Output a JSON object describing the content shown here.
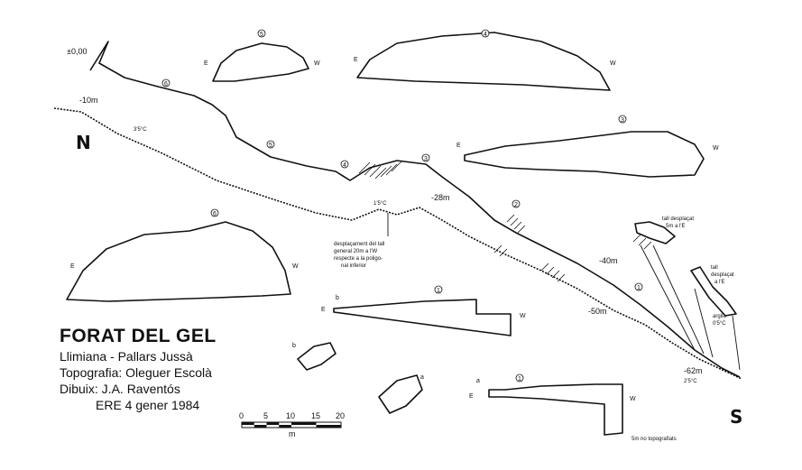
{
  "title": "FORAT DEL GEL",
  "location": "Llimiana - Pallars Jussà",
  "topography": "Topografia:  Oleguer Escolà",
  "drawing": "Dibuix: J.A. Raventós",
  "date": "ERE  4 gener 1984",
  "compass": {
    "north": "N",
    "south": "S"
  },
  "depth_labels": [
    "±0,00",
    "-10m",
    "-28m",
    "-40m",
    "-50m",
    "-62m"
  ],
  "temperature_labels": [
    "3'5°C",
    "1'5°C",
    "2'5°C"
  ],
  "note_shift": [
    "desplaçament del tall",
    "general 20m a l'W",
    "respecte a la poligo-",
    "nal inferior"
  ],
  "note_shift_e": [
    "tall desplaçat",
    "5m a l'E"
  ],
  "note_shift_e2": [
    "tall",
    "desplaçat",
    "a l'E"
  ],
  "note_clay": [
    "argila",
    "0'5°C"
  ],
  "note_bottom": "5m no topografiats",
  "section_numbers": [
    "1",
    "2",
    "3",
    "4",
    "5",
    "6"
  ],
  "side_labels": {
    "east": "E",
    "west": "W"
  },
  "detail_labels": [
    "a",
    "b"
  ],
  "scale": {
    "ticks": [
      "0",
      "5",
      "10",
      "15",
      "20"
    ],
    "unit": "m"
  }
}
